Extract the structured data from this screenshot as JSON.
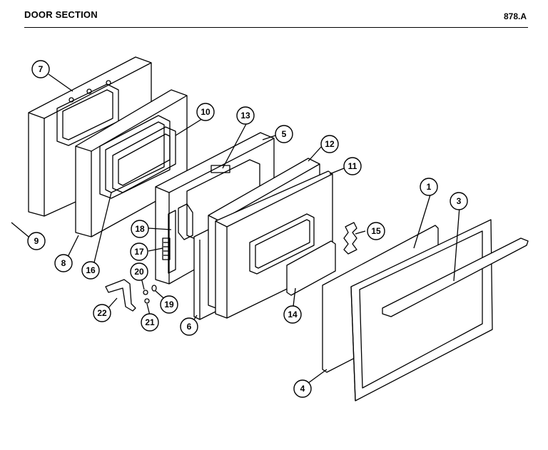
{
  "header": {
    "title": "DOOR SECTION",
    "code": "878.A"
  },
  "callouts": [
    "1",
    "3",
    "4",
    "5",
    "6",
    "7",
    "8",
    "9",
    "10",
    "11",
    "12",
    "13",
    "14",
    "15",
    "16",
    "17",
    "18",
    "19",
    "20",
    "21",
    "22"
  ],
  "colors": {
    "ink": "#000000",
    "paper": "#ffffff"
  }
}
